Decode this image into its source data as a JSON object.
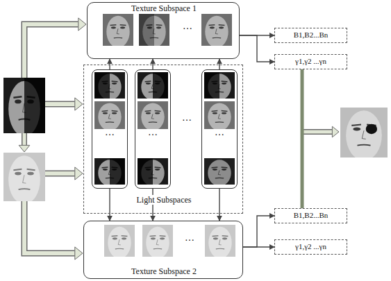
{
  "diagram": {
    "nodes": [
      {
        "text": [
          "Texture Subspace 1",
          "…"
        ]
      },
      {
        "text": [
          "B1,B2...Bn"
        ]
      },
      {
        "text": [
          "γ1,γ2 ...γn"
        ]
      },
      {
        "text": [
          "Light Subspaces",
          "…"
        ]
      },
      {
        "text": [
          "…"
        ],
        "in": 3
      },
      {
        "text": [
          "…"
        ],
        "in": 3
      },
      {
        "text": [
          "…"
        ],
        "in": 3
      },
      {
        "text": [
          "Texture Subspace 2",
          "…"
        ]
      },
      {
        "text": [
          "B1,B2...Bn"
        ]
      },
      {
        "text": [
          "γ1,γ2 ...γn"
        ]
      }
    ],
    "edges": [
      {
        "from": 4,
        "to": 0,
        "arrow": "to"
      },
      {
        "from": 5,
        "to": 0,
        "arrow": "to"
      },
      {
        "from": 6,
        "to": 0,
        "arrow": "to"
      },
      {
        "from": 4,
        "to": 7,
        "arrow": "to"
      },
      {
        "from": 5,
        "to": 7,
        "arrow": "to"
      },
      {
        "from": 6,
        "to": 7,
        "arrow": "to"
      },
      {
        "from": 0,
        "to": 1,
        "arrow": "to"
      },
      {
        "from": 0,
        "to": 2,
        "arrow": "to"
      },
      {
        "from": 7,
        "to": 9,
        "arrow": "to"
      },
      {
        "from": 7,
        "to": 8,
        "arrow": "to"
      },
      {
        "from": 2,
        "to": 8,
        "arrow": "none"
      }
    ]
  }
}
